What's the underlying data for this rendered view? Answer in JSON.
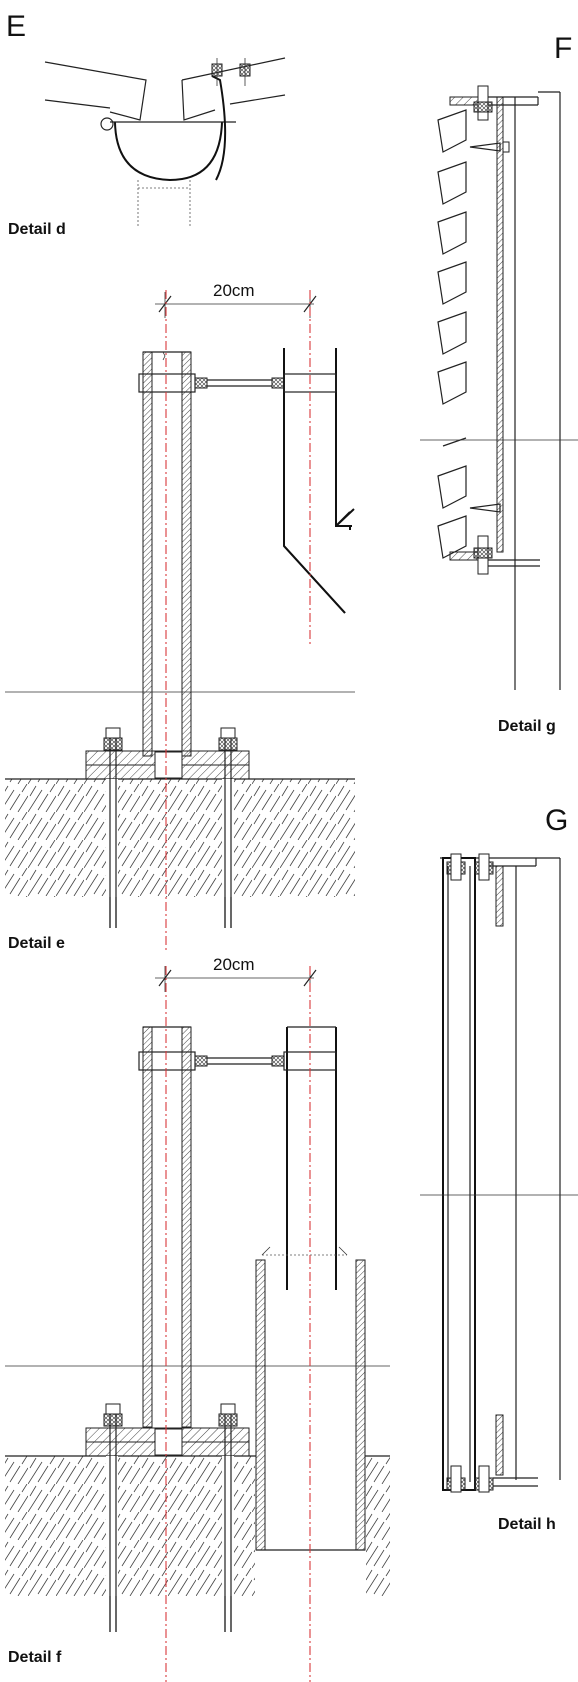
{
  "sections": {
    "E": "E",
    "F": "F",
    "G": "G"
  },
  "details": {
    "d": "Detail d",
    "e": "Detail e",
    "f": "Detail f",
    "g": "Detail g",
    "h": "Detail h"
  },
  "dimensions": {
    "e_spacing": "20cm",
    "f_spacing": "20cm"
  },
  "colors": {
    "line": "#222222",
    "axis": "#d8383b",
    "background": "#ffffff"
  }
}
